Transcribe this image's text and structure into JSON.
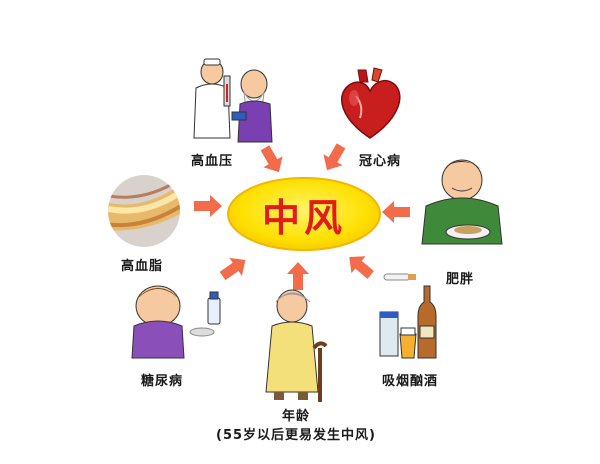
{
  "center": {
    "label": "中风"
  },
  "factors": [
    {
      "key": "hypertension",
      "label": "高血压",
      "icon": "doctor-measuring-blood-pressure-icon"
    },
    {
      "key": "coronary",
      "label": "冠心病",
      "icon": "heart-icon"
    },
    {
      "key": "hyperlipidemia",
      "label": "高血脂",
      "icon": "clogged-artery-icon"
    },
    {
      "key": "obesity",
      "label": "肥胖",
      "icon": "overweight-man-eating-icon"
    },
    {
      "key": "diabetes",
      "label": "糖尿病",
      "icon": "sick-child-with-medicine-icon"
    },
    {
      "key": "age",
      "label": "年龄",
      "note": "(55岁以后更易发生中风)",
      "icon": "elderly-woman-with-cane-icon"
    },
    {
      "key": "smoking_drinking",
      "label": "吸烟酗酒",
      "icon": "cigarettes-and-alcohol-icon"
    }
  ],
  "colors": {
    "center_fill": "#ffe000",
    "center_text": "#e21b1b",
    "arrow": "#f26b4a",
    "background": "#ffffff"
  }
}
